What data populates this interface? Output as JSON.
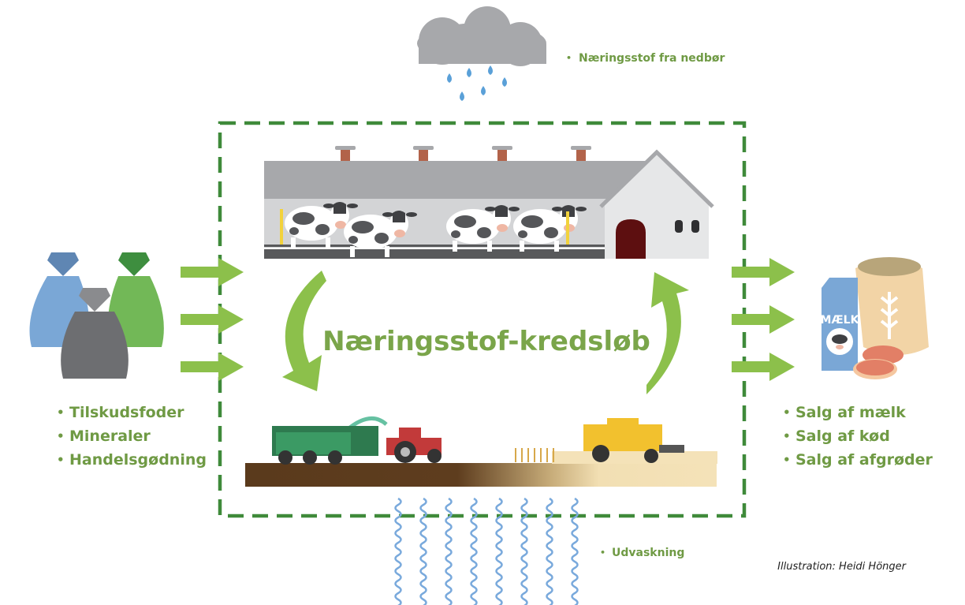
{
  "diagram": {
    "title": "Næringsstof-kredsløb",
    "precipitation": {
      "label": "Næringsstof fra nedbør",
      "bullet": "•"
    },
    "leaching": {
      "label": "Udvaskning",
      "bullet": "•"
    },
    "inputs": {
      "bullet": "•",
      "items": [
        "Tilskudsfoder",
        "Mineraler",
        "Handelsgødning"
      ]
    },
    "outputs": {
      "bullet": "•",
      "items": [
        "Salg af mælk",
        "Salg af kød",
        "Salg af afgrøder"
      ]
    },
    "milk_carton_label": "MÆLK",
    "credit": "Illustration: Heidi Hönger",
    "colors": {
      "accent_green": "#7aa54a",
      "label_green": "#6f9a44",
      "arrow_green": "#8cc04b",
      "dashed_border": "#3f8a3a",
      "rain_blue": "#5aa0d8",
      "water_blue": "#79a9dc",
      "cloud_gray": "#a7a8ab"
    }
  }
}
